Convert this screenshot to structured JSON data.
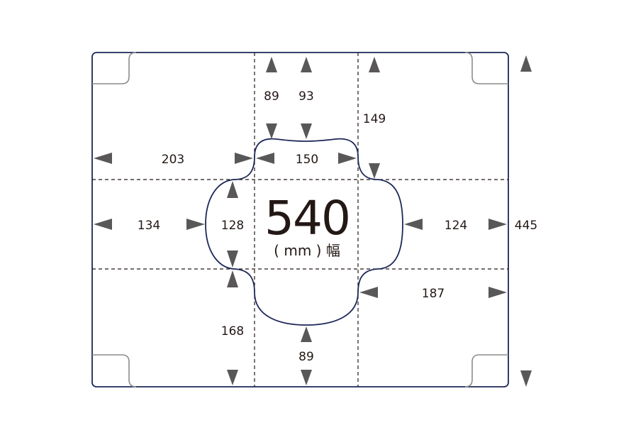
{
  "diagram": {
    "width_value": "540",
    "width_unit": "( mm ) 幅",
    "height_value": "445",
    "dimensions": {
      "top_left_gap": "89",
      "top_center_gap": "93",
      "top_right_gap": "149",
      "left_upper_width": "203",
      "center_upper_width": "150",
      "left_middle_width": "134",
      "center_height": "128",
      "right_middle_width": "124",
      "right_lower_width": "187",
      "left_lower_height": "168",
      "bottom_center_gap": "89"
    }
  }
}
